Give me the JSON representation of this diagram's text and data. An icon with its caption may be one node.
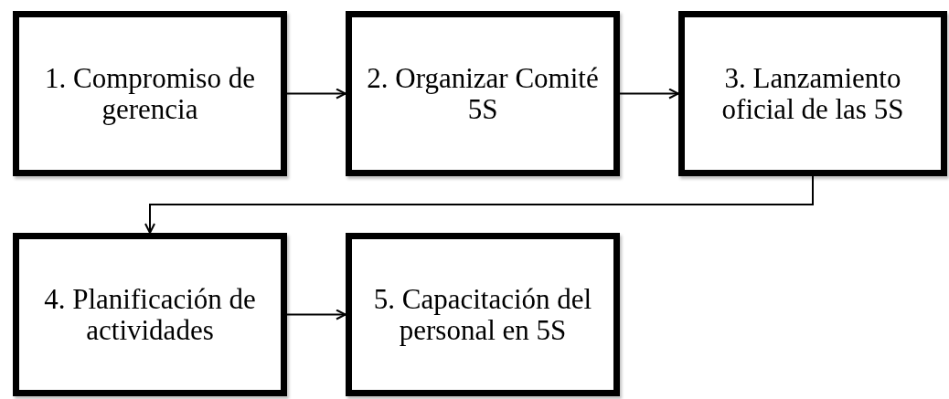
{
  "diagram": {
    "nodes": [
      {
        "text": [
          "1. Compromiso de gerencia"
        ]
      },
      {
        "text": [
          "2. Organizar Comité 5S"
        ]
      },
      {
        "text": [
          "3. Lanzamiento oficial de las 5S"
        ]
      },
      {
        "text": [
          "4. Planificación de actividades"
        ]
      },
      {
        "text": [
          "5. Capacitación del personal en 5S"
        ]
      }
    ],
    "edges": [
      {
        "from": 0,
        "to": 1,
        "arrow": "to"
      },
      {
        "from": 1,
        "to": 2,
        "arrow": "to"
      },
      {
        "from": 2,
        "to": 3,
        "arrow": "to"
      },
      {
        "from": 3,
        "to": 4,
        "arrow": "to"
      }
    ]
  }
}
